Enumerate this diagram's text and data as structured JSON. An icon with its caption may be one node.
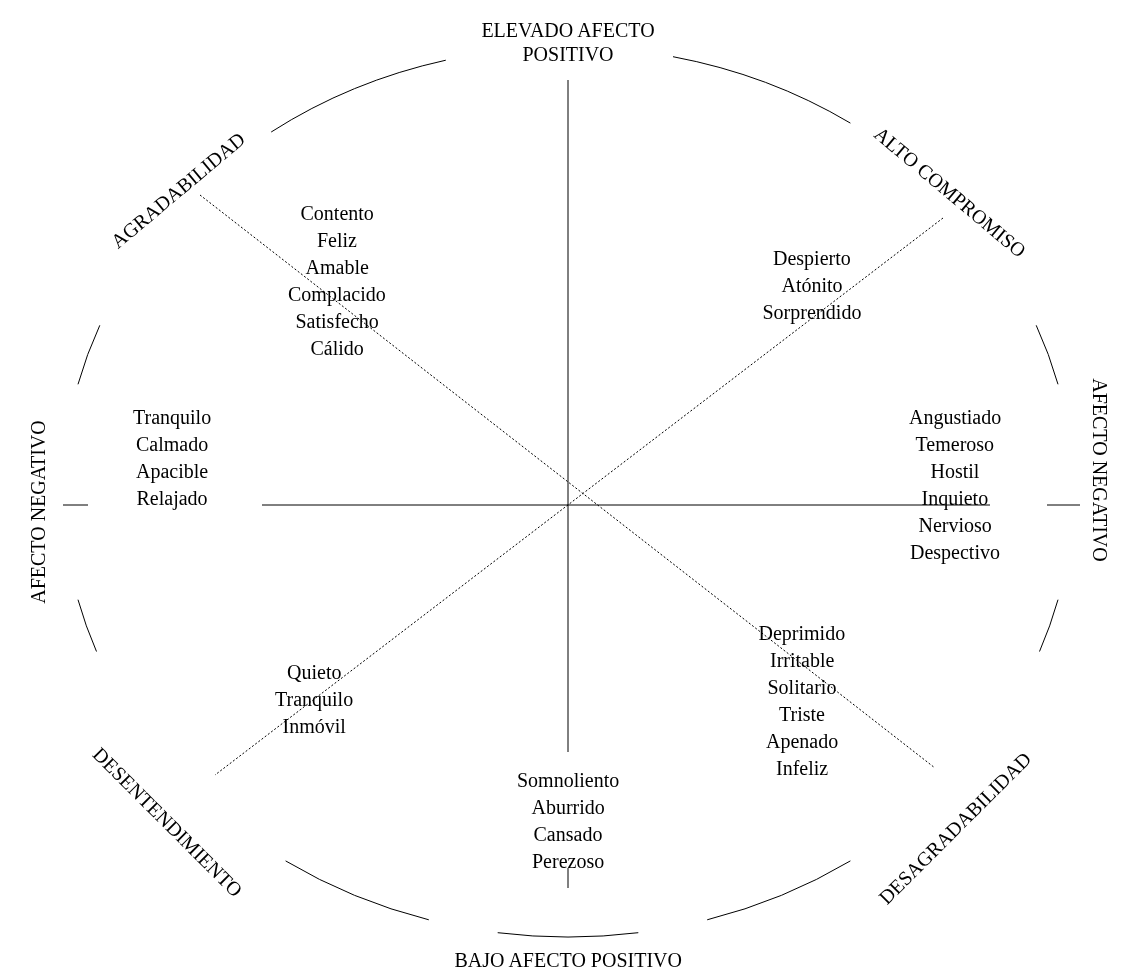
{
  "diagram": {
    "labels": [
      "ELEVADO AFECTO POSITIVO",
      "AGRADABILIDAD",
      "ALTO COMPROMISO",
      "Contento",
      "Feliz",
      "Amable",
      "Complacido",
      "Satisfecho",
      "Cálido",
      "Despierto",
      "Atónito",
      "Sorprendido",
      "AFECTO NEGATIVO",
      "AFECTO NEGATIVO",
      "Tranquilo",
      "Calmado",
      "Apacible",
      "Relajado",
      "Angustiado",
      "Temeroso",
      "Hostil",
      "Inquieto",
      "Nervioso",
      "Despectivo",
      "Deprimido",
      "Irritable",
      "Solitario",
      "Triste",
      "Apenado",
      "Infeliz",
      "Quieto",
      "Tranquilo",
      "Inmóvil",
      "DESENTENDIMIENTO",
      "Somnoliento",
      "Aburrido",
      "Cansado",
      "Perezoso",
      "DESAGRADABILIDAD",
      "BAJO AFECTO POSITIVO"
    ]
  }
}
